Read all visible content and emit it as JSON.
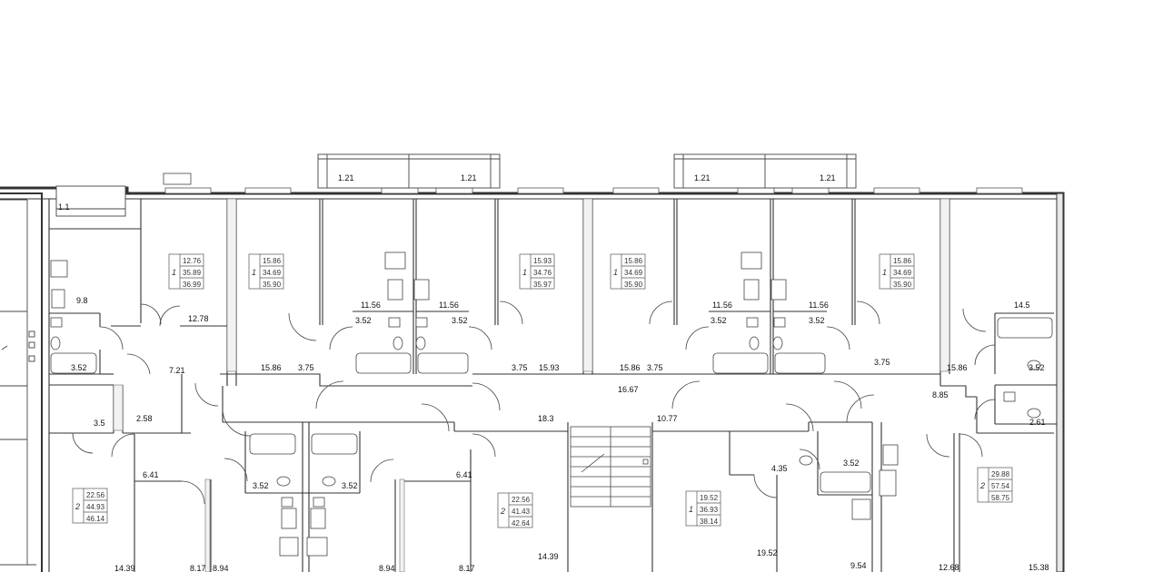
{
  "plan": {
    "room_labels": [
      "1.1",
      "1.21",
      "1.21",
      "1.21",
      "1.21",
      "9.8",
      "3.52",
      "12.78",
      "7.21",
      "3.5",
      "2.58",
      "11.56",
      "3.52",
      "11.56",
      "3.52",
      "15.86",
      "3.75",
      "3.75",
      "15.93",
      "15.86",
      "3.75",
      "16.67",
      "11.56",
      "3.52",
      "11.56",
      "3.52",
      "3.75",
      "15.86",
      "14.5",
      "3.52",
      "8.85",
      "2.61",
      "18.3",
      "10.77",
      "6.41",
      "3.52",
      "3.52",
      "6.41",
      "4.35",
      "3.52",
      "14.39",
      "8.17",
      "8.94",
      "8.94",
      "8.17",
      "14.39",
      "19.52",
      "9.54",
      "12.68",
      "15.38"
    ],
    "apartments": [
      {
        "rooms": "1",
        "living": "12.76",
        "total": "35.89",
        "gross": "36.99"
      },
      {
        "rooms": "1",
        "living": "15.86",
        "total": "34.69",
        "gross": "35.90"
      },
      {
        "rooms": "1",
        "living": "15.93",
        "total": "34.76",
        "gross": "35.97"
      },
      {
        "rooms": "1",
        "living": "15.86",
        "total": "34.69",
        "gross": "35.90"
      },
      {
        "rooms": "1",
        "living": "15.86",
        "total": "34.69",
        "gross": "35.90"
      },
      {
        "rooms": "2",
        "living": "22.56",
        "total": "44.93",
        "gross": "46.14"
      },
      {
        "rooms": "2",
        "living": "22.56",
        "total": "41.43",
        "gross": "42.64"
      },
      {
        "rooms": "1",
        "living": "19.52",
        "total": "36.93",
        "gross": "38.14"
      },
      {
        "rooms": "2",
        "living": "29.88",
        "total": "57.54",
        "gross": "58.75"
      }
    ]
  }
}
